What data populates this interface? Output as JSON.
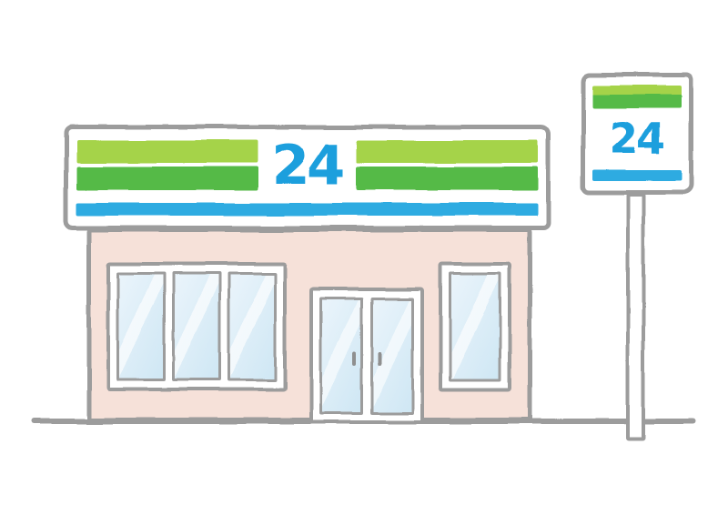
{
  "illustration": {
    "title": "24-hour convenience store illustration",
    "store_sign": {
      "text": "24"
    },
    "pole_sign": {
      "text": "24"
    }
  },
  "colors": {
    "outline_gray": "#9c9c9c",
    "light_green": "#a5d34a",
    "green": "#54ba47",
    "blue": "#2fabe1",
    "number_blue": "#1b9fdd",
    "wall_pink": "#f6e1d9",
    "glass_light": "#eaf4fb",
    "glass_blue": "#cfe7f4",
    "handle_gray": "#8f8f8f"
  }
}
